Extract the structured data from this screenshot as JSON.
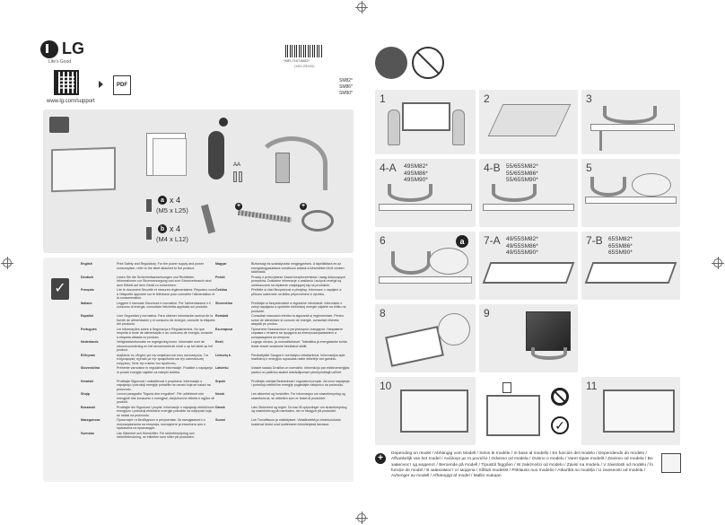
{
  "brand": {
    "logo": "LG",
    "tagline": "Life's Good"
  },
  "support": {
    "url": "www.lg.com/support",
    "pdf_label": "PDF"
  },
  "barcode": {
    "number": "*MFL71074602*",
    "code": "(1901-REV00)"
  },
  "models": [
    "SM82*",
    "SM86*",
    "SM90*"
  ],
  "accessories": {
    "aa_label": "AA",
    "screw_a": {
      "badge": "a",
      "count": "x 4",
      "spec": "(M5 x L25)"
    },
    "screw_b": {
      "badge": "b",
      "count": "x 4",
      "spec": "(M4 x L12)"
    },
    "plus": "+"
  },
  "languages": {
    "left": [
      {
        "name": "English",
        "text": "Print Safety and Regulatory. For the power supply and power consumption, refer to the label attached to the product."
      },
      {
        "name": "Deutsch",
        "text": "Lesen Sie die Sicherheitsanweisungen und Richtlinien. Informationen zur Stromversorgung und zum Stromverbrauch sind dem Etikett auf dem Gerät zu entnehmen."
      },
      {
        "name": "Français",
        "text": "Lire le document Sécurité et mesures réglementaires. Reportez-vous à l'étiquette apposée sur le téléviseur pour connaître l'alimentation et la consommation."
      },
      {
        "name": "Italiano",
        "text": "Leggere il manuale Sicurezza e normative. Per l'alimentazione e il consumo di energia, consultare l'etichetta applicata sul prodotto."
      },
      {
        "name": "Español",
        "text": "Leer Seguridad y normativa. Para obtener información acerca de la fuente de alimentación y el consumo de energía, consulte la etiqueta del producto."
      },
      {
        "name": "Português",
        "text": "Ler informações sobre a Segurança e Regulamentos. No que respeita à fonte de alimentação e ao consumo de energia, consulte a etiqueta afixada no produto."
      },
      {
        "name": "Nederlands",
        "text": "Veiligheidsinformatie en regelgeving lezen. Informatie over de stroomvoorziening en het stroomverbruik vindt u op het label op het product."
      },
      {
        "name": "Ελληνικά",
        "text": "Διαβάστε τις οδηγίες για την ασφάλεια και τους κανονισμούς. Για πληροφορίες σχετικά με την τροφοδοσία και την κατανάλωση ενέργειας, δείτε την ετικέτα του προϊόντος."
      },
      {
        "name": "Slovenščina",
        "text": "Preberite varnostne in regulativne informacije. Podatke o napajanju in porabi energije najdete na nalepki izdelka."
      },
      {
        "name": "Hrvatski",
        "text": "Pročitajte Sigurnost i usklađenost s propisima. Informacije o napajanju i potrošnji energije potražite na oznaci koja se nalazi na proizvodu."
      },
      {
        "name": "Shqip",
        "text": "Lexoni paragrafin \"Siguria dhe rregullimi\". Për udhëzimet mbi energjinë dhe konsumin e energjisë, drejtohuni te etiketa e ngjitur në produkt."
      },
      {
        "name": "Bosanski",
        "text": "Pročitajte dio Sigurnost i propisi. Informacije o napajanju električnom energijom i potrošnji električne energije potražite na naljepnici koja se nalazi na proizvodu."
      },
      {
        "name": "Македонски",
        "text": "Прочитајте ги Безбедност и регулатива. За напојувањето и потрошувачката на енергија, погледнете ја етикетата што е прикачена на производот."
      },
      {
        "name": "Svenska",
        "text": "Läs Säkerhet och föreskrifter. För strömförsörjning och strömförbrukning, se etiketten som sitter på produkten."
      }
    ],
    "right": [
      {
        "name": "Magyar",
        "text": "Biztonsági és szabályozási megjegyzések. A tápellátásra és az energiafogyasztásra vonatkozó adatok a készüléken lévő címkén találhatók."
      },
      {
        "name": "Polski",
        "text": "Proszę o przeczytanie Zasad bezpieczeństwa i uwag dotyczących przepisów. Dokładne informacje o zasilaniu i zużyciu energii są umieszczone na etykiecie znajdującej się na produkcie."
      },
      {
        "name": "Čeština",
        "text": "Přečtěte si část Bezpečnost a předpisy. Informace o napájení a příkonu naleznete na štítku připevněném k výrobku."
      },
      {
        "name": "Slovenčina",
        "text": "Prečítajte si bezpečnostné a regulačné informácie. Informácie o zdroji napájania a spotrebe elektrickej energie nájdete na štítku na produkte."
      },
      {
        "name": "Română",
        "text": "Consultați manualul referitor la siguranță și reglementare. Pentru surse de alimentare și consum de energie, consultați eticheta ataşată pe produs."
      },
      {
        "name": "Български",
        "text": "Прочетете Безопасност и регулаторни стандарти. Направете справка с етикета на продукта за електрозахранването и консумацията на енергия."
      },
      {
        "name": "Eesti",
        "text": "Lugege ohutus- ja normatiivteavet. Toiteallika ja energiatarbe kohta leiate teavet seadmele kinnitatud sildilt."
      },
      {
        "name": "Lietuvių k.",
        "text": "Perskaitykite Saugos ir normatyvo reikalavimus. Informacijos apie maitinimą ir energijos sąnaudas rasite etiketėje ant gaminio."
      },
      {
        "name": "Latviešu",
        "text": "Izlasiet sadaļu Drošība un normatīvi. Informāciju par elektroenerģijas padevi un patēriņu skatiet izstrādājumam piestiprinātajā uzlīmē."
      },
      {
        "name": "Srpski",
        "text": "Pročitajte odeljak Bezbednost i regulativni propisi. Za izvor napajanja i potrošnju električne energije pogledajte nalepnicu na proizvodu."
      },
      {
        "name": "Norsk",
        "text": "Les sikkerhet og forskrifter. For informasjon om strømforsyning og strømforbruk, se etiketten som er festet til produktet."
      },
      {
        "name": "Dansk",
        "text": "Læs Sikkerhed og regler. Du kan få oplysninger om strømforsyning og strømforbrug på mærkaten, der er fastgjort på produktet."
      },
      {
        "name": "Suomi",
        "text": "Lue Turvallisuus ja määräykset. Virtalähdettä ja virrankulutusta koskevat tiedot ovat tuotteeseen kiinnitetyssä tarrassa."
      }
    ]
  },
  "steps": {
    "s1": "1",
    "s2": "2",
    "s3": "3",
    "s4a": {
      "num": "4-A",
      "models": [
        "49SM82*",
        "49SM86*",
        "49SM90*"
      ]
    },
    "s4b": {
      "num": "4-B",
      "models": [
        "55/65SM82*",
        "55/65SM86*",
        "55/65SM90*"
      ]
    },
    "s5": "5",
    "s6": "6",
    "s6_badge": "a",
    "s7a": {
      "num": "7-A",
      "models": [
        "49/55SM82*",
        "49/55SM86*",
        "49/55SM90*"
      ]
    },
    "s7b": {
      "num": "7-B",
      "models": [
        "65SM82*",
        "65SM86*",
        "65SM90*"
      ]
    },
    "s8": "8",
    "s9": "9",
    "s10": "10",
    "s11": "11"
  },
  "footer": {
    "plus": "+",
    "text": "Depending on model / Abhängig vom Modell / Selon le modèle / In base al modello / En función del modelo / Dependendo do modelo / Afhankelijk van het model / Ανάλογα με το μοντέλο / Odvisno od modela / Ovisno o modelu / Varet sipas modelit / Zavisno od modela / Во зависност од моделот / Beroende på modell / Típustól függően / W zależności od modelu / Závisí na modelu / V závislosti od modelu / În funcție de model / В зависимост от модела / Sõltub mudelist / Priklauso nuo modelio / Atkarībā no modeļa / U zavisnosti od modela / Avhenger av modell / Afhængigt af model / Mallin mukaan"
  }
}
